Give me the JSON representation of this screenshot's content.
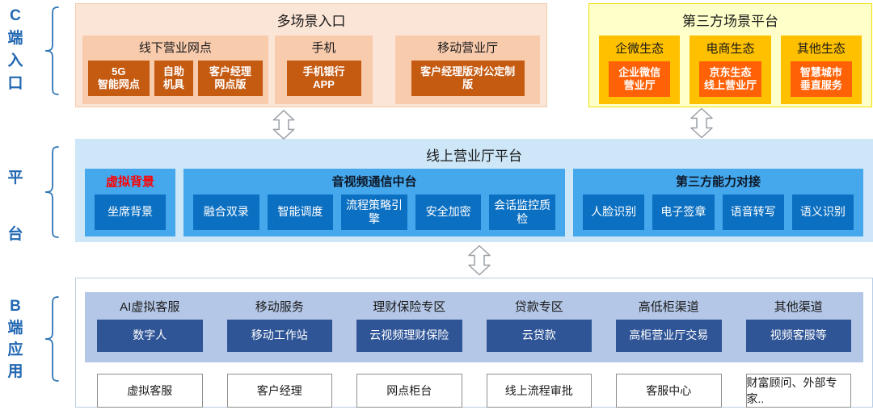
{
  "rail": {
    "labels": [
      {
        "text": "C\n端\n入\n口"
      },
      {
        "text": "平\n台"
      },
      {
        "text": "B\n端\n应\n用"
      }
    ]
  },
  "top_left": {
    "title": "多场景入口",
    "groups": [
      {
        "title": "线下营业网点",
        "items": [
          "5G\n智能网点",
          "自助\n机具",
          "客户经理\n网点版"
        ]
      },
      {
        "title": "手机",
        "items": [
          "手机银行APP"
        ]
      },
      {
        "title": "移动营业厅",
        "items": [
          "客户经理版对公定制版"
        ]
      }
    ]
  },
  "top_right": {
    "title": "第三方场景平台",
    "groups": [
      {
        "title": "企微生态",
        "items": [
          "企业微信\n营业厅"
        ]
      },
      {
        "title": "电商生态",
        "items": [
          "京东生态\n线上营业厅"
        ]
      },
      {
        "title": "其他生态",
        "items": [
          "智慧城市\n垂直服务"
        ]
      }
    ]
  },
  "middle": {
    "title": "线上营业厅平台",
    "groups": [
      {
        "title": "虚拟背景",
        "items": [
          "坐席背景"
        ]
      },
      {
        "title": "音视频通信中台",
        "items": [
          "融合双录",
          "智能调度",
          "流程策略引擎",
          "安全加密",
          "会话监控质检"
        ]
      },
      {
        "title": "第三方能力对接",
        "items": [
          "人脸识别",
          "电子签章",
          "语音转写",
          "语义识别"
        ]
      }
    ]
  },
  "bottom": {
    "columns": [
      {
        "title": "AI虚拟客服",
        "app": "数字人",
        "role": "虚拟客服"
      },
      {
        "title": "移动服务",
        "app": "移动工作站",
        "role": "客户经理"
      },
      {
        "title": "理财保险专区",
        "app": "云视频理财保险",
        "role": "网点柜台"
      },
      {
        "title": "贷款专区",
        "app": "云贷款",
        "role": "线上流程审批"
      },
      {
        "title": "高低柜渠道",
        "app": "高柜营业厅交易",
        "role": "客服中心"
      },
      {
        "title": "其他渠道",
        "app": "视频客服等",
        "role": "财富顾问、外部专家.."
      }
    ]
  },
  "colors": {
    "rail_blue": "#2268B2",
    "top_left_bg": "#FBE5D6",
    "top_left_group_bg": "#F8CBAD",
    "top_left_item_bg": "#C55A11",
    "top_right_bg": "#FFFFC9",
    "top_right_border": "#EFE008",
    "top_right_group_bg": "#FFC000",
    "top_right_item_bg": "#FF6106",
    "middle_bg": "#CDE7F8",
    "middle_group_bg": "#45A7EC",
    "middle_item_bg": "#0C70C2",
    "virtual_background_title": "#FF0000",
    "bottom_band_bg": "#B4C7E7",
    "bottom_app_bg": "#2F5597"
  }
}
